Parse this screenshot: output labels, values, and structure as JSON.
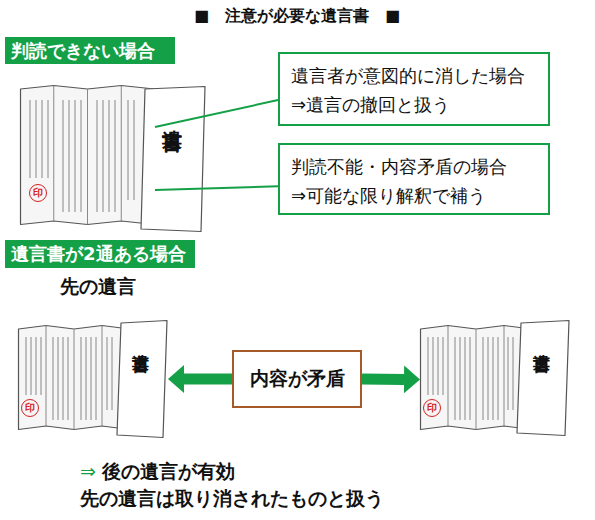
{
  "diagram": {
    "title": "■　注意が必要な遺言書　■",
    "nodes": [
      {
        "text": [
          "判読できない場合"
        ]
      },
      {
        "text": [
          "印"
        ]
      },
      {
        "text": [
          "遺言書"
        ]
      },
      {
        "text": [
          "遺言者が意図的に消した場合",
          "⇒遺言の撤回と扱う"
        ]
      },
      {
        "text": [
          "判読不能・内容矛盾の場合",
          "⇒可能な限り解釈で補う"
        ]
      },
      {
        "text": [
          "遺言書が2通ある場合"
        ]
      },
      {
        "text": [
          "印"
        ]
      },
      {
        "text": [
          "遺言書"
        ]
      },
      {
        "text": [
          "内容が矛盾"
        ]
      },
      {
        "text": [
          "印"
        ]
      },
      {
        "text": [
          "遺言書"
        ]
      }
    ],
    "edges": [
      {
        "from": 3,
        "to": 1,
        "arrow": "none"
      },
      {
        "from": 4,
        "to": 1,
        "arrow": "none"
      },
      {
        "from": 8,
        "to": 7,
        "arrow": "to"
      },
      {
        "from": 8,
        "to": 9,
        "arrow": "to"
      }
    ],
    "labels": [
      "先の遺言",
      "⇒",
      "後の遺言が有効",
      "先の遺言は取り消されたものと扱う"
    ]
  }
}
